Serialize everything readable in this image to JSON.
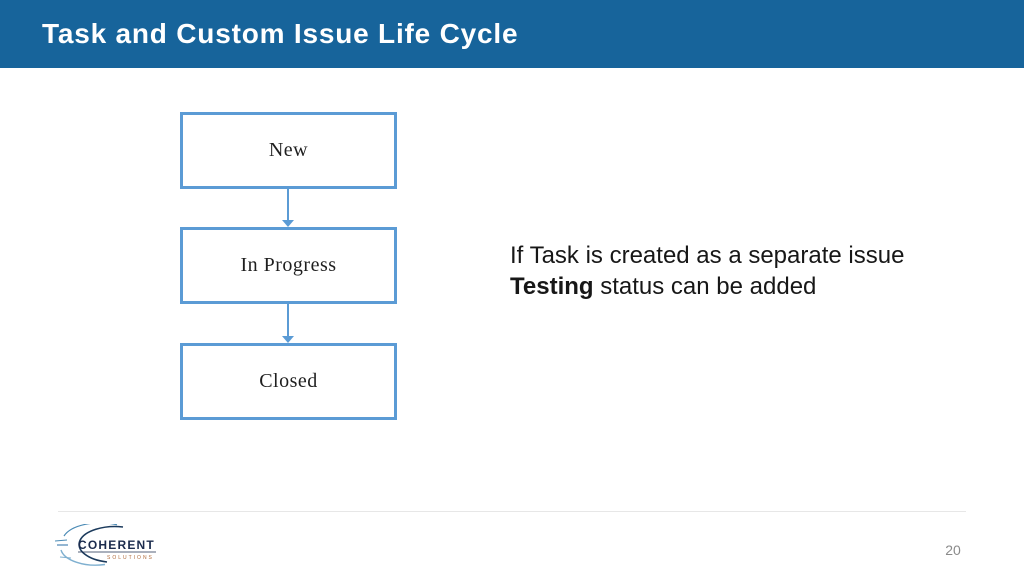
{
  "slide": {
    "header": {
      "title": "Task and Custom Issue Life Cycle"
    },
    "flowchart": {
      "type": "vertical-flow",
      "nodes": [
        {
          "label": "New"
        },
        {
          "label": "In Progress"
        },
        {
          "label": "Closed"
        }
      ],
      "connectors": [
        {
          "from": "New",
          "to": "In Progress"
        },
        {
          "from": "In Progress",
          "to": "Closed"
        }
      ]
    },
    "annotation": {
      "line1": "If Task is created as a separate issue",
      "line2_bold": "Testing",
      "line2_rest": " status can be added"
    },
    "footer": {
      "logo_text": "COHERENT",
      "logo_subtext": "SOLUTIONS",
      "page_number": "20"
    },
    "colors": {
      "header_bg": "#17649B",
      "header_text": "#FFFFFF",
      "box_border": "#5B9BD5",
      "connector": "#5B9BD5",
      "box_text": "#1F1F1F",
      "annotation_text": "#171717",
      "page_number_text": "#8A8A8A",
      "divider": "#E7E7E7",
      "logo_navy": "#1B2B4D",
      "logo_blue": "#4A8AB5",
      "logo_orange": "#B06A3A"
    }
  }
}
